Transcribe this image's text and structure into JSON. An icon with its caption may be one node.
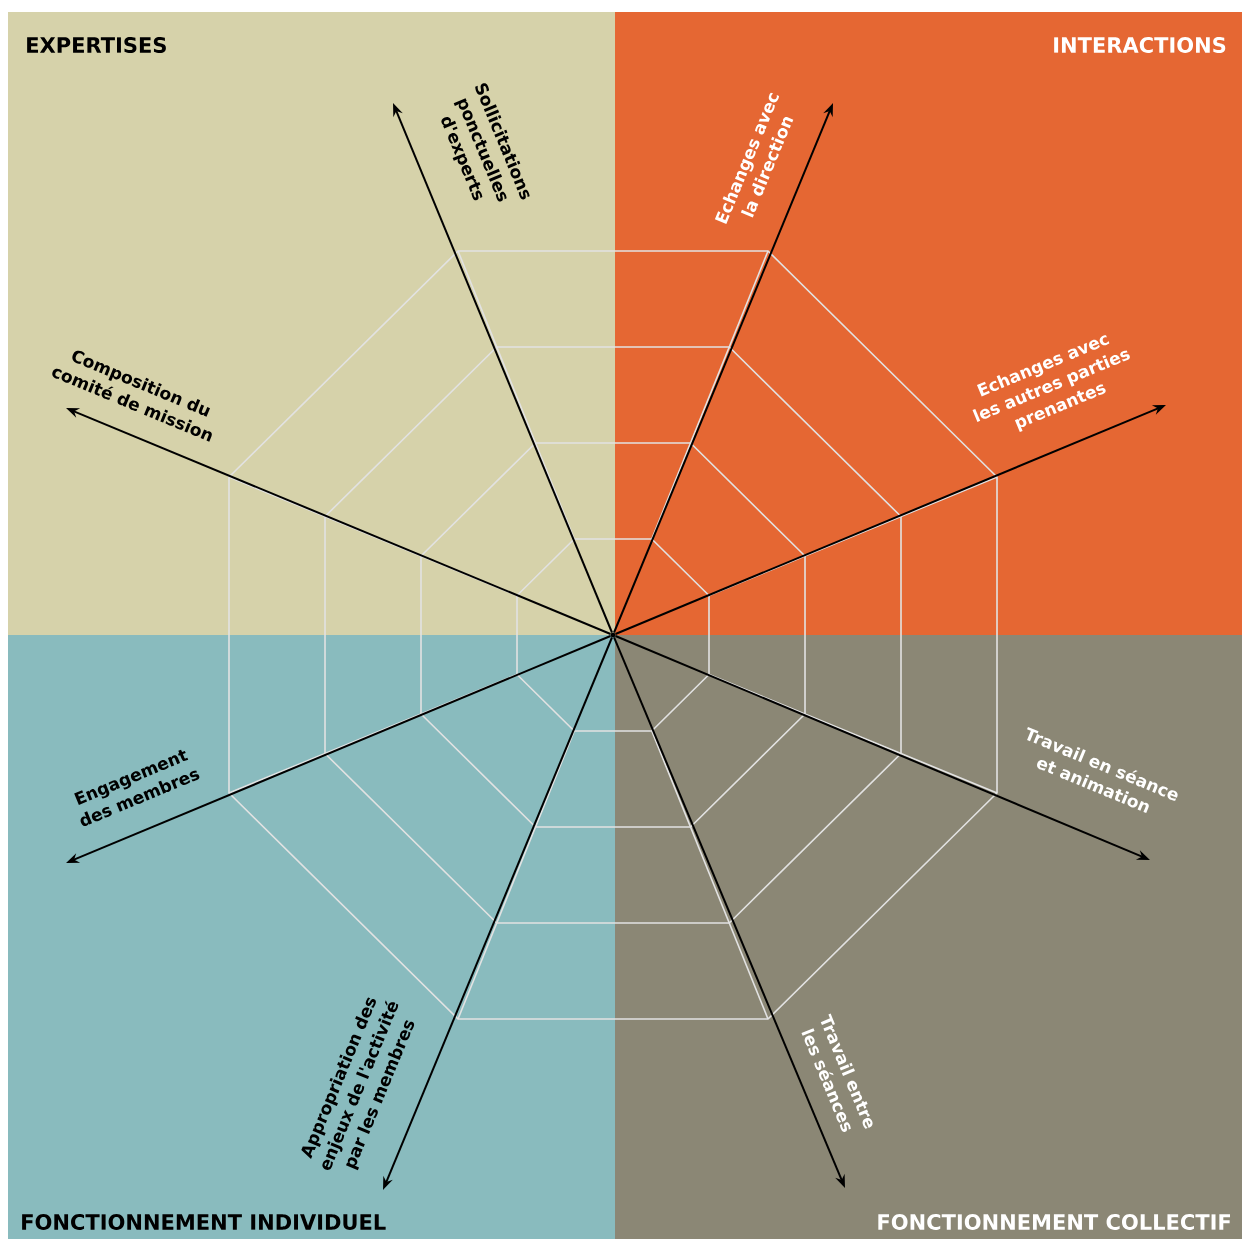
{
  "diagram": {
    "nodes": [
      {
        "text": [
          "EXPERTISES"
        ]
      },
      {
        "text": [
          "INTERACTIONS"
        ]
      },
      {
        "text": [
          "FONCTIONNEMENT INDIVIDUEL"
        ]
      },
      {
        "text": [
          "FONCTIONNEMENT COLLECTIF"
        ]
      },
      {
        "text": [
          "Sollicitations ponctuelles d'experts"
        ],
        "in": 0
      },
      {
        "text": [
          "Echanges avec la direction"
        ],
        "in": 1
      },
      {
        "text": [
          "Echanges avec les autres parties prenantes"
        ],
        "in": 1
      },
      {
        "text": [
          "Travail en séance et animation"
        ],
        "in": 3
      },
      {
        "text": [
          "Travail entre les séances"
        ],
        "in": 3
      },
      {
        "text": [
          "Appropriation des enjeux de l'activité par les membres"
        ],
        "in": 2
      },
      {
        "text": [
          "Engagement des membres"
        ],
        "in": 2
      },
      {
        "text": [
          "Composition du comité de mission"
        ],
        "in": 0
      },
      {
        "text": [],
        "shape": "dot"
      }
    ],
    "edges": [
      {
        "from": 12,
        "to": 4,
        "arrow": "to"
      },
      {
        "from": 12,
        "to": 5,
        "arrow": "to"
      },
      {
        "from": 12,
        "to": 6,
        "arrow": "to"
      },
      {
        "from": 12,
        "to": 7,
        "arrow": "to"
      },
      {
        "from": 12,
        "to": 8,
        "arrow": "to"
      },
      {
        "from": 12,
        "to": 9,
        "arrow": "to"
      },
      {
        "from": 12,
        "to": 10,
        "arrow": "to"
      },
      {
        "from": 12,
        "to": 11,
        "arrow": "to"
      }
    ]
  }
}
